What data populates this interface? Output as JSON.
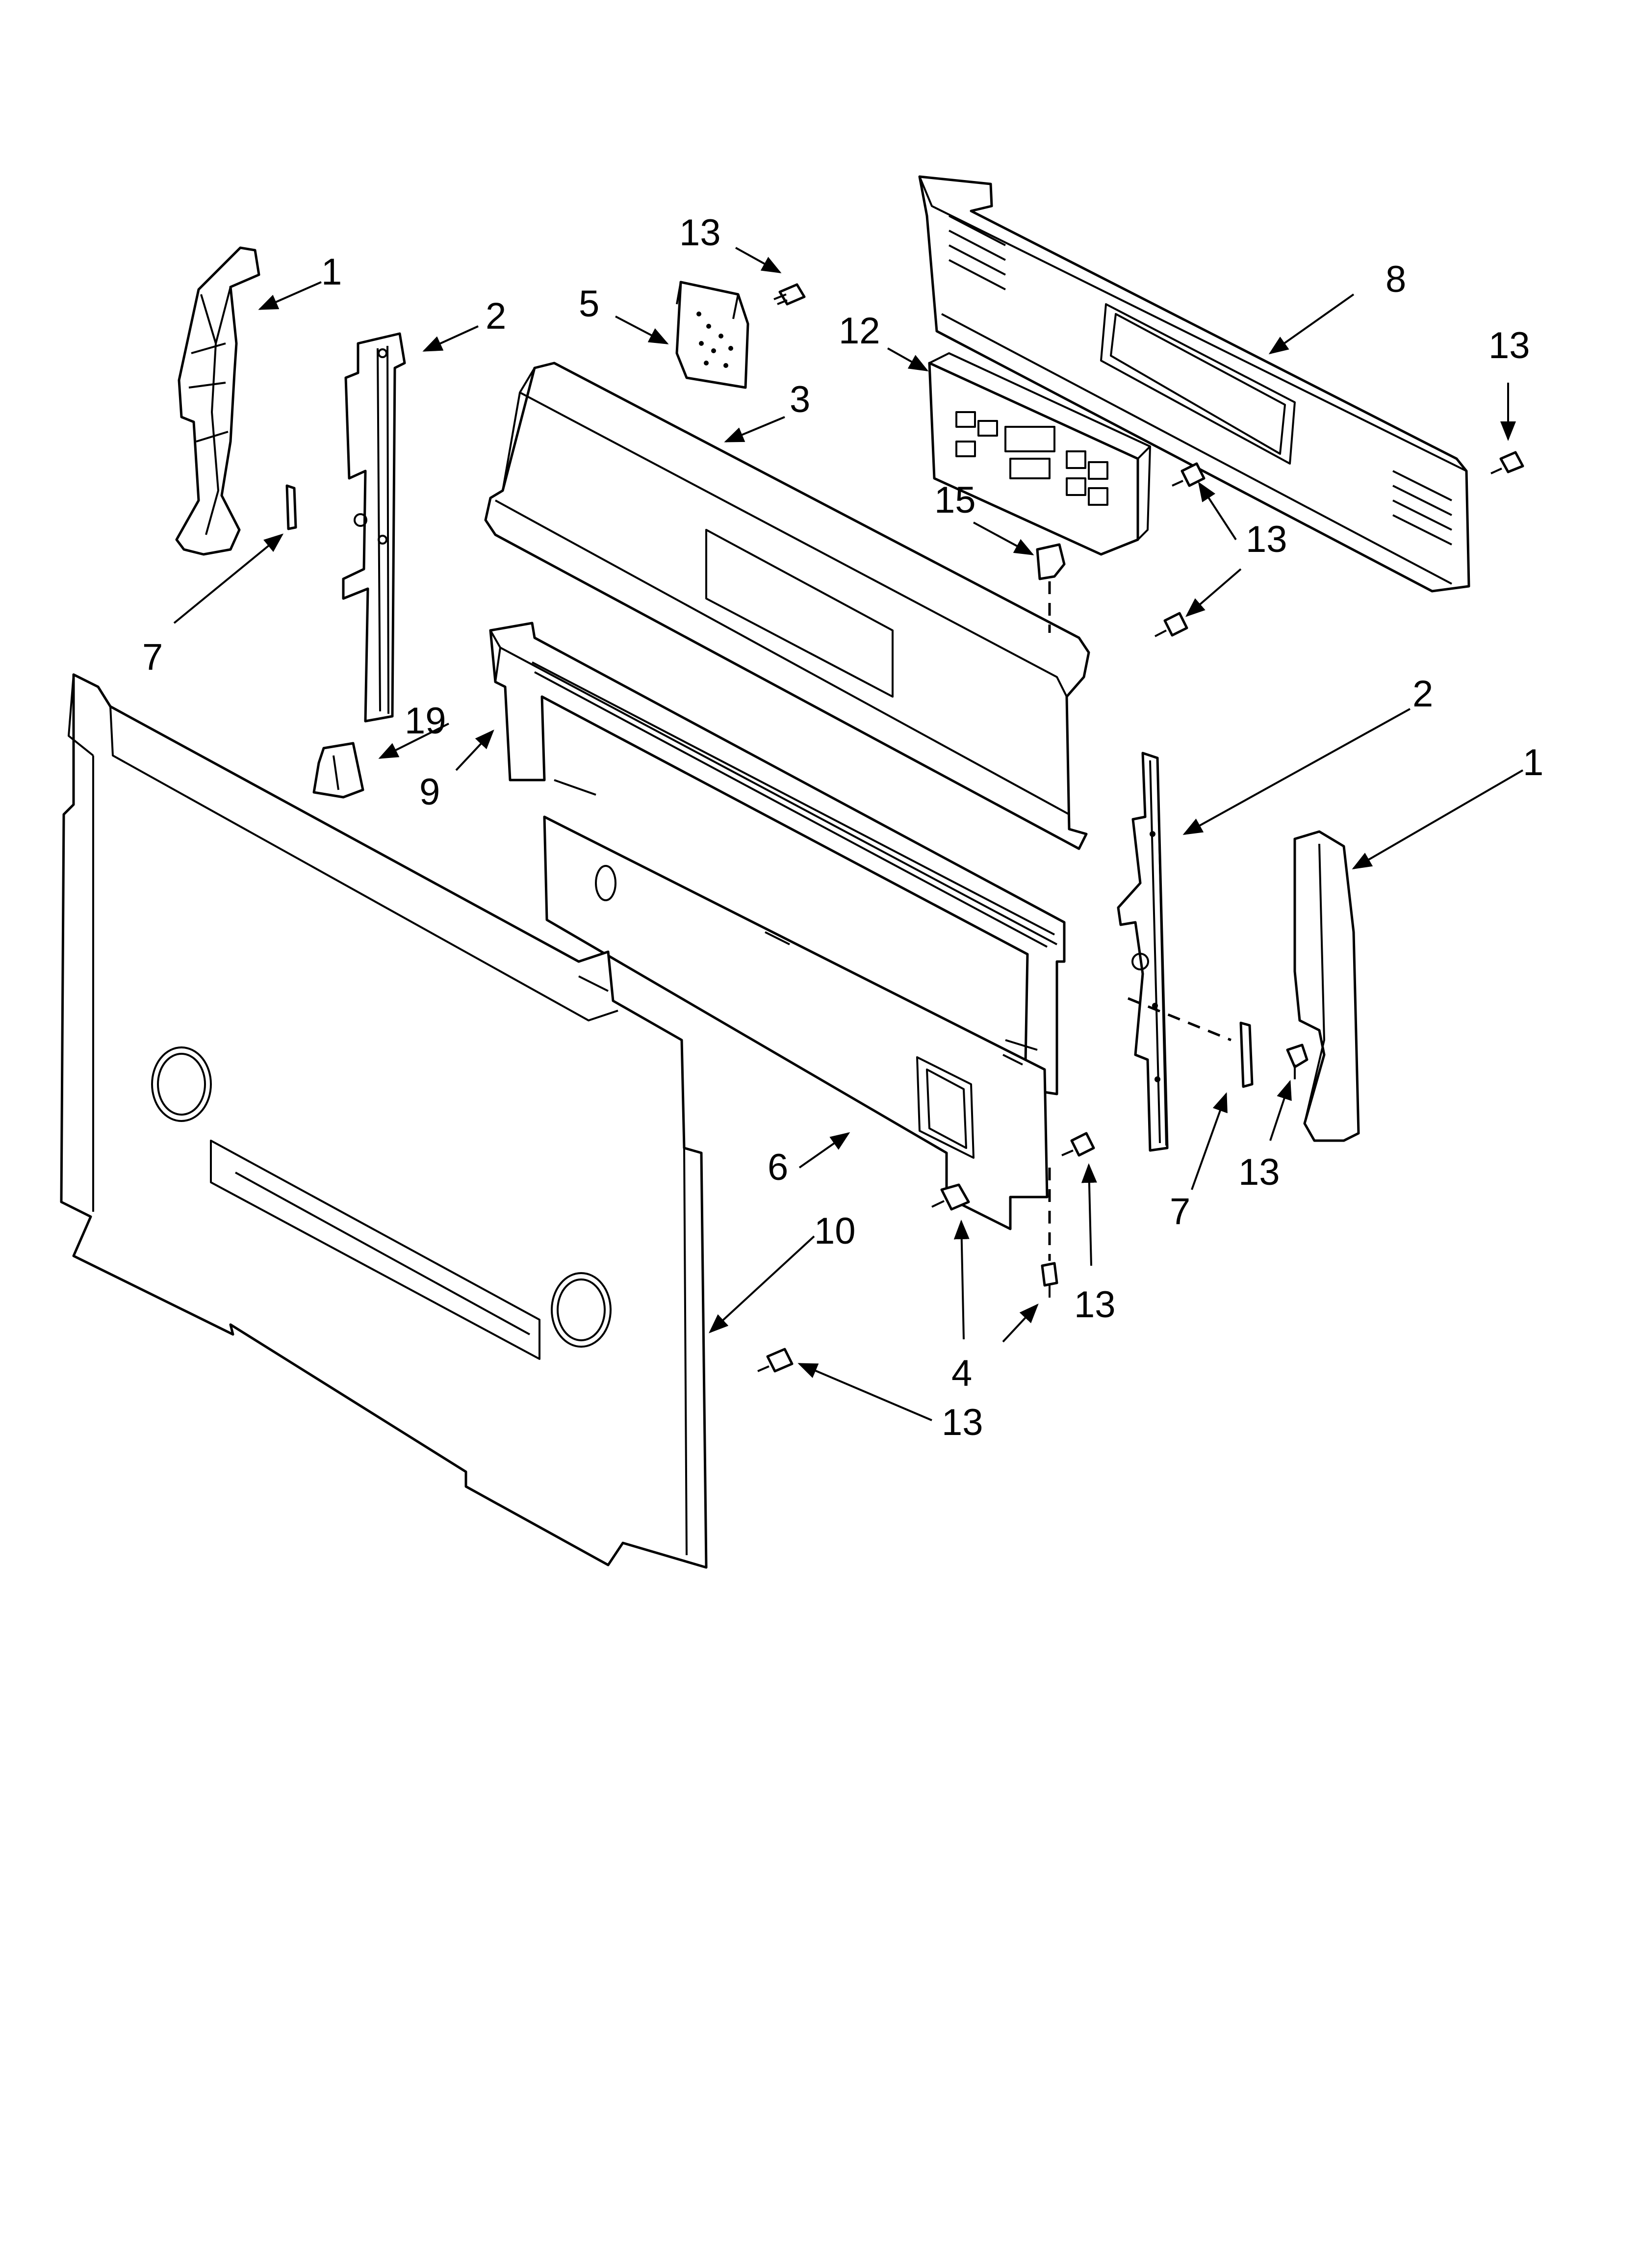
{
  "diagram": {
    "callouts": {
      "c1_left": "1",
      "c2_left": "2",
      "c13_top": "13",
      "c5": "5",
      "c3": "3",
      "c12": "12",
      "c8": "8",
      "c13_right_top": "13",
      "c15": "15",
      "c13_console": "13",
      "c7_left": "7",
      "c19": "19",
      "c9": "9",
      "c2_right": "2",
      "c1_right": "1",
      "c6": "6",
      "c7_right": "7",
      "c13_endcap": "13",
      "c13_lower": "13",
      "c10": "10",
      "c4": "4",
      "c13_bottom": "13"
    }
  }
}
